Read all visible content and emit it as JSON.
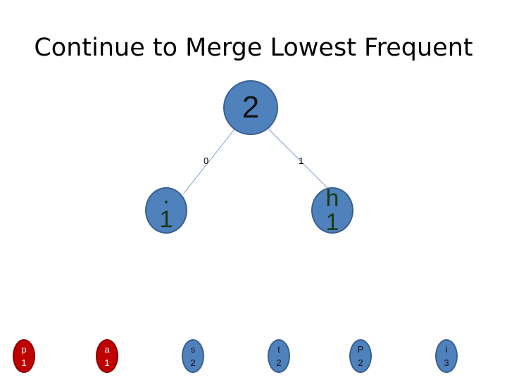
{
  "title": "Continue to Merge Lowest Frequent",
  "tree": {
    "root": {
      "value": "2"
    },
    "edge_labels": {
      "left": "0",
      "right": "1"
    },
    "left": {
      "symbol": ".",
      "count": "1"
    },
    "right": {
      "symbol": "h",
      "count": "1"
    }
  },
  "leaves": [
    {
      "symbol": "p",
      "count": "1",
      "color": "#c00000"
    },
    {
      "symbol": "a",
      "count": "1",
      "color": "#c00000"
    },
    {
      "symbol": "s",
      "count": "2",
      "color": "#4f81bd"
    },
    {
      "symbol": "t",
      "count": "2",
      "color": "#4f81bd"
    },
    {
      "symbol": "P",
      "count": "2",
      "color": "#4f81bd"
    },
    {
      "symbol": "i",
      "count": "3",
      "color": "#4f81bd"
    }
  ],
  "colors": {
    "node": "#4f81bd",
    "node_border": "#3a618f",
    "low_freq": "#c00000",
    "edge": "#7f9fca"
  }
}
